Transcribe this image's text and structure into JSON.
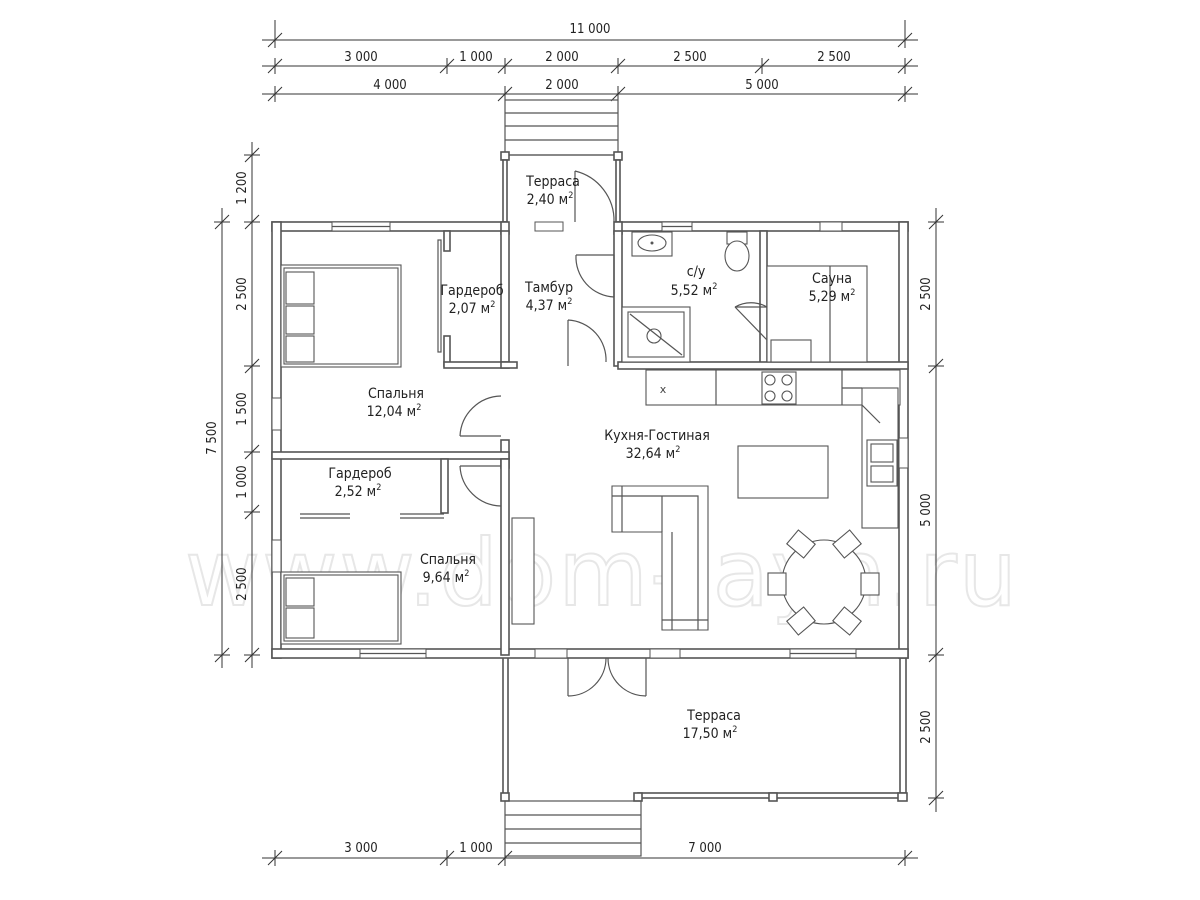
{
  "dimensions": {
    "top_total": "11 000",
    "top_row1": [
      "3 000",
      "1 000",
      "2 000",
      "2 500",
      "2 500"
    ],
    "top_row2": [
      "4 000",
      "2 000",
      "5 000"
    ],
    "left_total": "7 500",
    "left_row": [
      "1 200",
      "2 500",
      "1 500",
      "1 000",
      "2 500"
    ],
    "right_row": [
      "2 500",
      "5 000",
      "2 500"
    ],
    "bottom_row": [
      "3 000",
      "1 000",
      "7 000"
    ]
  },
  "rooms": [
    {
      "id": "terrace-front",
      "name": "Терраса",
      "area": "2,40 м"
    },
    {
      "id": "wardrobe-1",
      "name": "Гардероб",
      "area": "2,07 м"
    },
    {
      "id": "vestibule",
      "name": "Тамбур",
      "area": "4,37 м"
    },
    {
      "id": "bathroom",
      "name": "с/у",
      "area": "5,52 м"
    },
    {
      "id": "sauna",
      "name": "Сауна",
      "area": "5,29 м"
    },
    {
      "id": "bedroom-1",
      "name": "Спальня",
      "area": "12,04 м"
    },
    {
      "id": "kitchen-living",
      "name": "Кухня-Гостиная",
      "area": "32,64 м"
    },
    {
      "id": "wardrobe-2",
      "name": "Гардероб",
      "area": "2,52 м"
    },
    {
      "id": "bedroom-2",
      "name": "Спальня",
      "area": "9,64 м"
    },
    {
      "id": "terrace-rear",
      "name": "Терраса",
      "area": "17,50 м"
    }
  ],
  "superscript": "2",
  "kitchen_mark": "x",
  "watermark": "www.dom-layn.ru"
}
